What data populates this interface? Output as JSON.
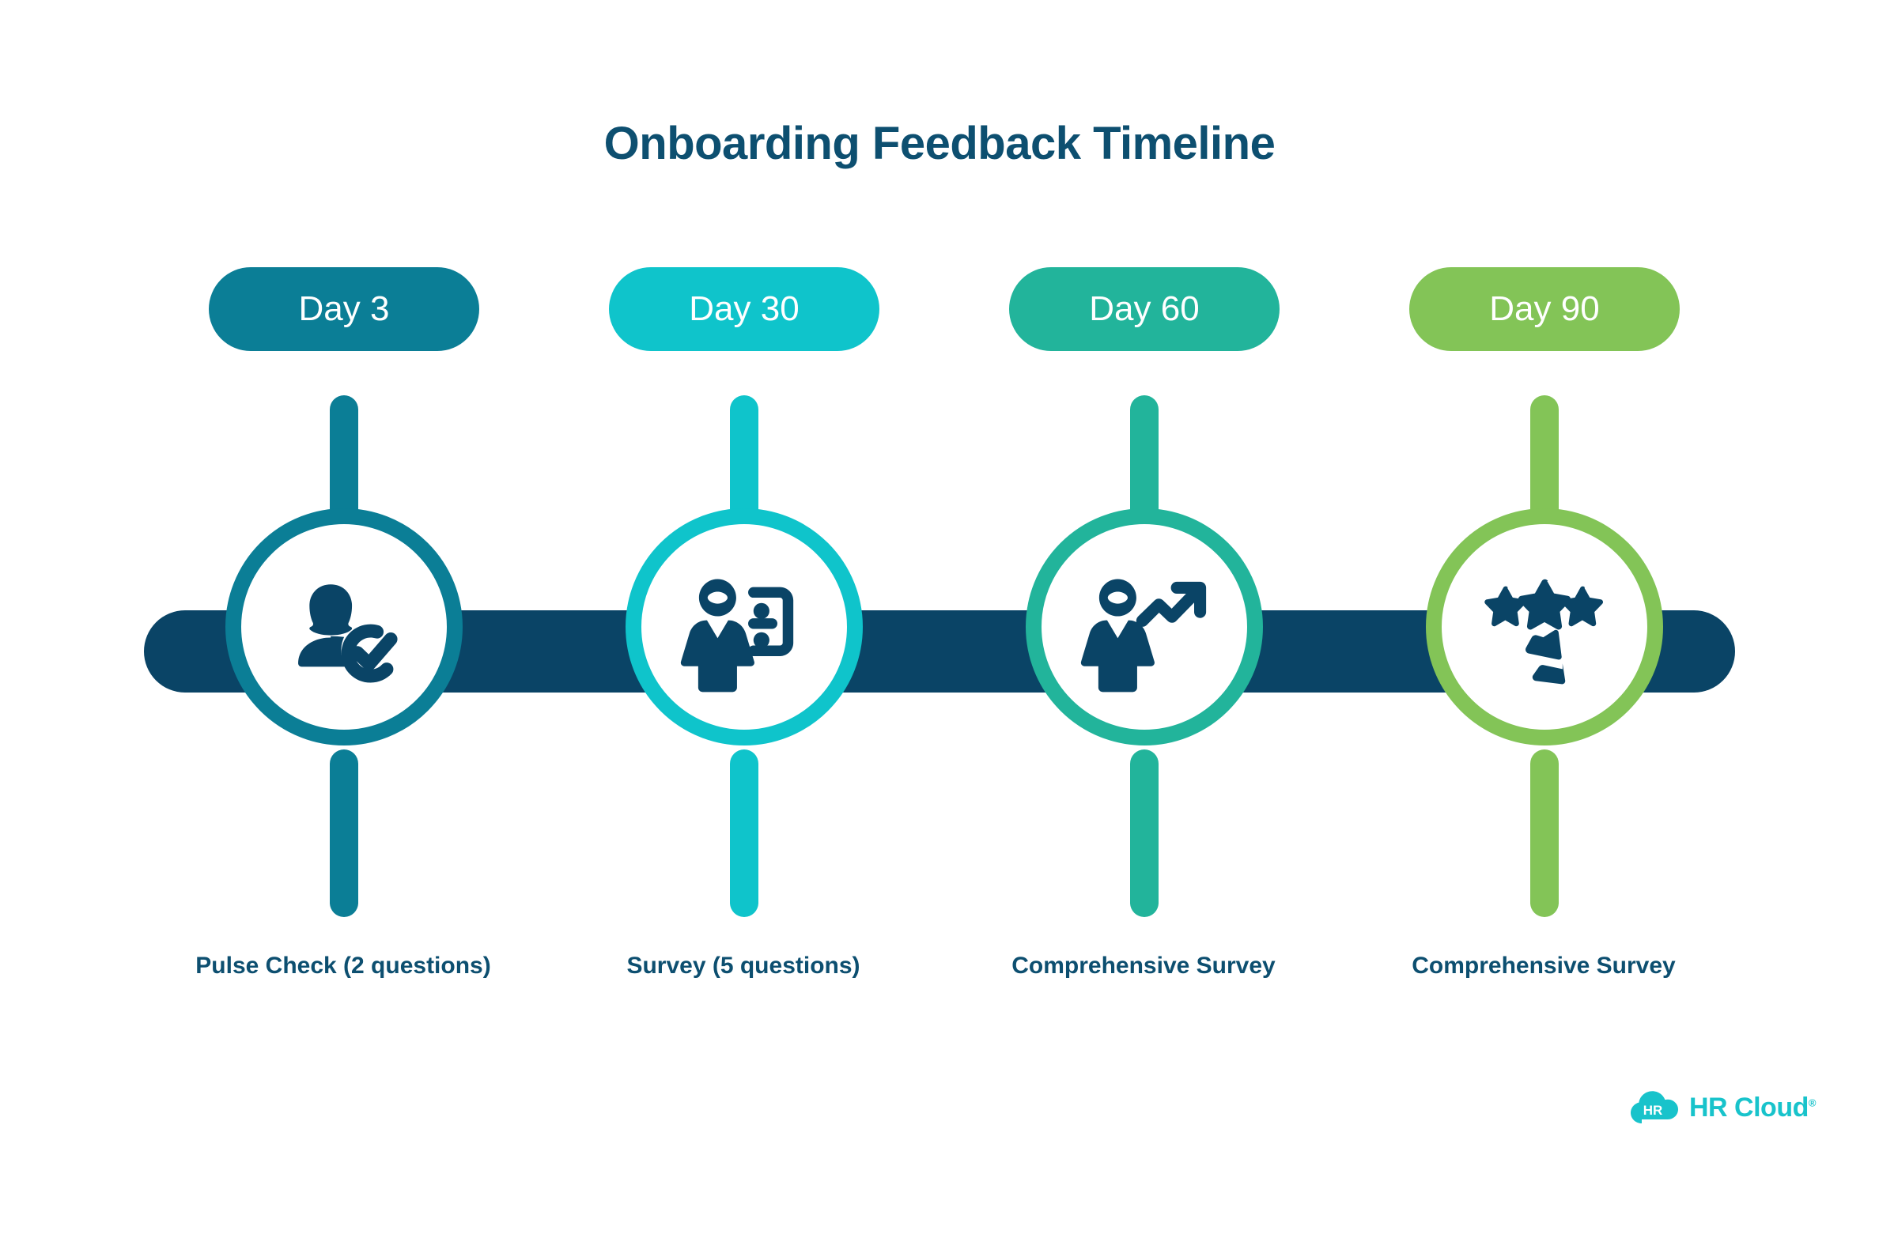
{
  "page": {
    "title": "Onboarding Feedback Timeline",
    "background": "#ffffff",
    "title_color": "#0d4f70",
    "bar_color": "#0a4466"
  },
  "chart_data": {
    "type": "timeline",
    "title": "Onboarding Feedback Timeline",
    "categories": [
      "Day 3",
      "Day 30",
      "Day 60",
      "Day 90"
    ],
    "values": [
      3,
      30,
      60,
      90
    ],
    "labels": [
      "Pulse Check (2 questions)",
      "Survey (5 questions)",
      "Comprehensive Survey",
      "Comprehensive Survey"
    ],
    "colors": [
      "#0b7e96",
      "#0fc4cb",
      "#22b49b",
      "#83c457"
    ],
    "icons": [
      "person-check-icon",
      "person-survey-icon",
      "person-growth-icon",
      "stars-rating-icon"
    ],
    "xlabel": "",
    "ylabel": "",
    "grid": false,
    "legend": "none"
  },
  "stages": [
    {
      "day_label": "Day 3",
      "caption": "Pulse Check (2 questions)",
      "color": "#0b7e96",
      "icon": "person-check-icon"
    },
    {
      "day_label": "Day 30",
      "caption": "Survey (5 questions)",
      "color": "#0fc4cb",
      "icon": "person-survey-icon"
    },
    {
      "day_label": "Day 60",
      "caption": "Comprehensive Survey",
      "color": "#22b49b",
      "icon": "person-growth-icon"
    },
    {
      "day_label": "Day 90",
      "caption": "Comprehensive Survey",
      "color": "#83c457",
      "icon": "stars-rating-icon"
    }
  ],
  "logo": {
    "mark_text": "HR",
    "word_text": "HR Cloud",
    "registered": "®",
    "color": "#18c3cb"
  }
}
